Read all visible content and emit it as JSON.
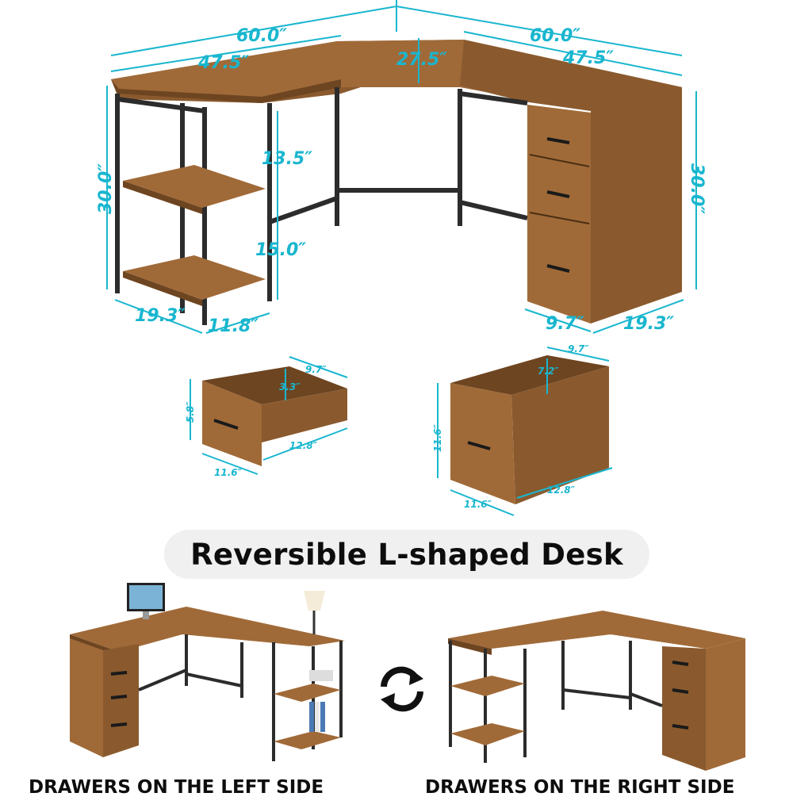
{
  "dimensions": {
    "top_left_width": "60.0″",
    "top_left_inner": "47.5″",
    "top_depth": "27.5″",
    "top_right_width": "60.0″",
    "top_right_inner": "47.5″",
    "height_left": "30.0″",
    "height_right": "30.0″",
    "shelf_gap_upper": "13.5″",
    "shelf_gap_lower": "15.0″",
    "shelf_depth": "19.3″",
    "shelf_width": "11.8″",
    "cabinet_width": "9.7″",
    "cabinet_depth": "19.3″"
  },
  "small_drawer": {
    "width_top": "9.7″",
    "inner_height": "3.3″",
    "height": "5.8″",
    "front_width": "11.6″",
    "depth": "12.8″"
  },
  "large_drawer": {
    "width_top": "9.7″",
    "inner_height": "7.2″",
    "height": "11.6″",
    "front_width": "11.6″",
    "depth": "12.8″"
  },
  "title": "Reversible L-shaped Desk",
  "caption_left": "DRAWERS ON THE LEFT SIDE",
  "caption_right": "DRAWERS ON THE RIGHT SIDE",
  "icon": "swap-arrows-icon",
  "colors": {
    "dimension": "#19b6cf",
    "wood": "#8a5a2e",
    "metal": "#2c2c2c"
  }
}
